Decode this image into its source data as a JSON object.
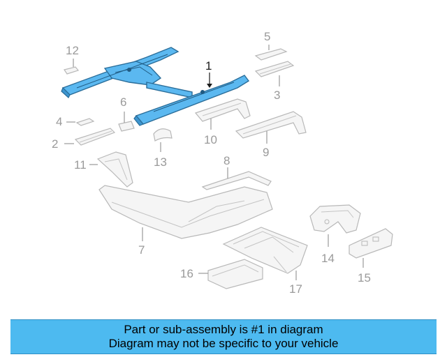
{
  "labels": {
    "p1": "1",
    "p2": "2",
    "p3": "3",
    "p4": "4",
    "p5": "5",
    "p6": "6",
    "p7": "7",
    "p8": "8",
    "p9": "9",
    "p10": "10",
    "p11": "11",
    "p12": "12",
    "p13": "13",
    "p14": "14",
    "p15": "15",
    "p16": "16",
    "p17": "17"
  },
  "highlight": {
    "part": "1",
    "color": "#5bb8f0"
  },
  "banner": {
    "line1": "Part or sub-assembly is #1 in diagram",
    "line2": "Diagram may not be specific to your vehicle",
    "color": "#4dbaf0"
  }
}
